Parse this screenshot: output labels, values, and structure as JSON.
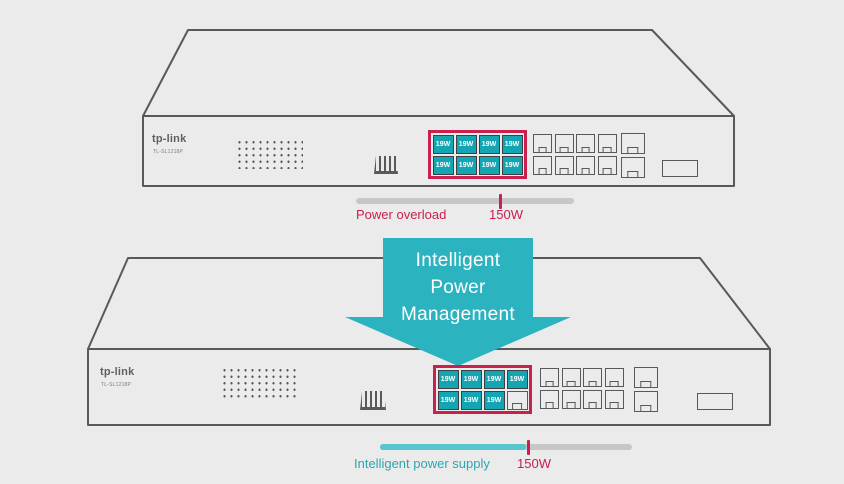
{
  "colors": {
    "background": "#ebebeb",
    "outline": "#58595b",
    "teal": "#2bb3bf",
    "port_teal": "#14a5b3",
    "red": "#c9204d",
    "bar_gray": "#c7c7c7",
    "bar_teal": "#56c5cc",
    "text_gray": "#5f6066"
  },
  "top_switch": {
    "brand": "tp-link",
    "model": "TL-SL1218P",
    "poe_ports": [
      "19W",
      "19W",
      "19W",
      "19W",
      "19W",
      "19W",
      "19W",
      "19W"
    ]
  },
  "top_bar": {
    "label": "Power overload",
    "value": "150W"
  },
  "arrow": {
    "lines": [
      "Intelligent",
      "Power",
      "Management"
    ]
  },
  "bottom_switch": {
    "brand": "tp-link",
    "model": "TL-SL1218P",
    "poe_ports": [
      "19W",
      "19W",
      "19W",
      "19W",
      "19W",
      "19W",
      "19W",
      ""
    ]
  },
  "bottom_bar": {
    "label": "Intelligent power supply",
    "value": "150W"
  }
}
